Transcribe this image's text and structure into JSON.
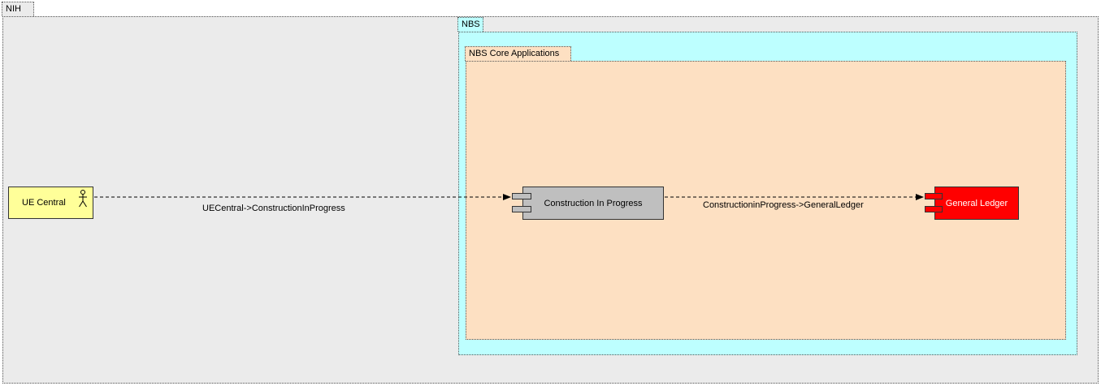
{
  "groups": {
    "nih": "NIH",
    "nbs": "NBS",
    "core": "NBS Core Applications"
  },
  "nodes": {
    "ue_central": "UE Central",
    "construction": "Construction In Progress",
    "general_ledger": "General Ledger"
  },
  "edges": {
    "ue_to_cip": "UECentral->ConstructionInProgress",
    "cip_to_gl": "ConstructioninProgress->GeneralLedger"
  },
  "colors": {
    "nih_bg": "#ebebeb",
    "nbs_bg": "#bdffff",
    "core_bg": "#fde0c2",
    "actor_bg": "#ffff99",
    "component_grey": "#bfbfbf",
    "component_red": "#ff0000"
  }
}
